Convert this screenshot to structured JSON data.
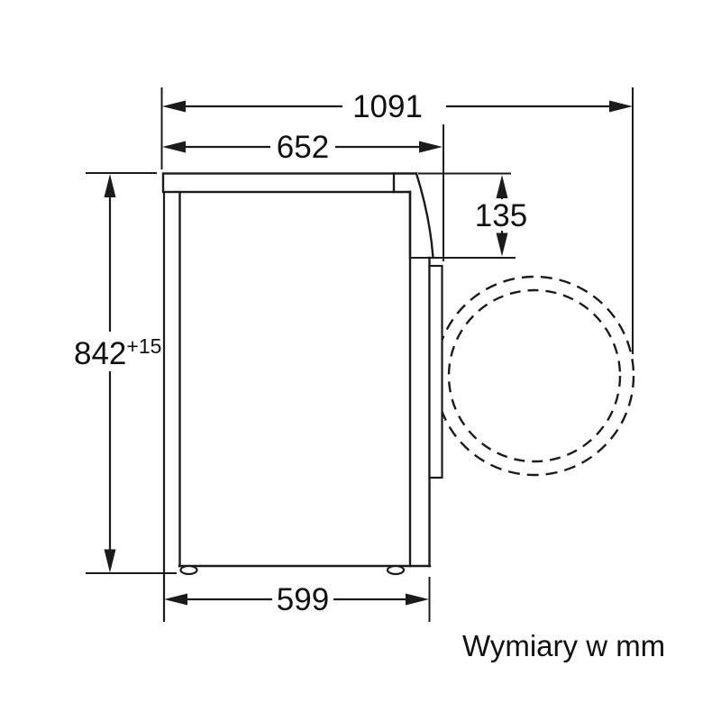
{
  "diagram": {
    "caption": "Wymiary w mm",
    "dimensions": {
      "depth_door_open": "1091",
      "depth_with_door": "652",
      "door_top_offset": "135",
      "height": "842",
      "height_tolerance": "+15",
      "body_depth": "599"
    },
    "colors": {
      "line": "#1b1b1b",
      "background": "#ffffff"
    }
  }
}
